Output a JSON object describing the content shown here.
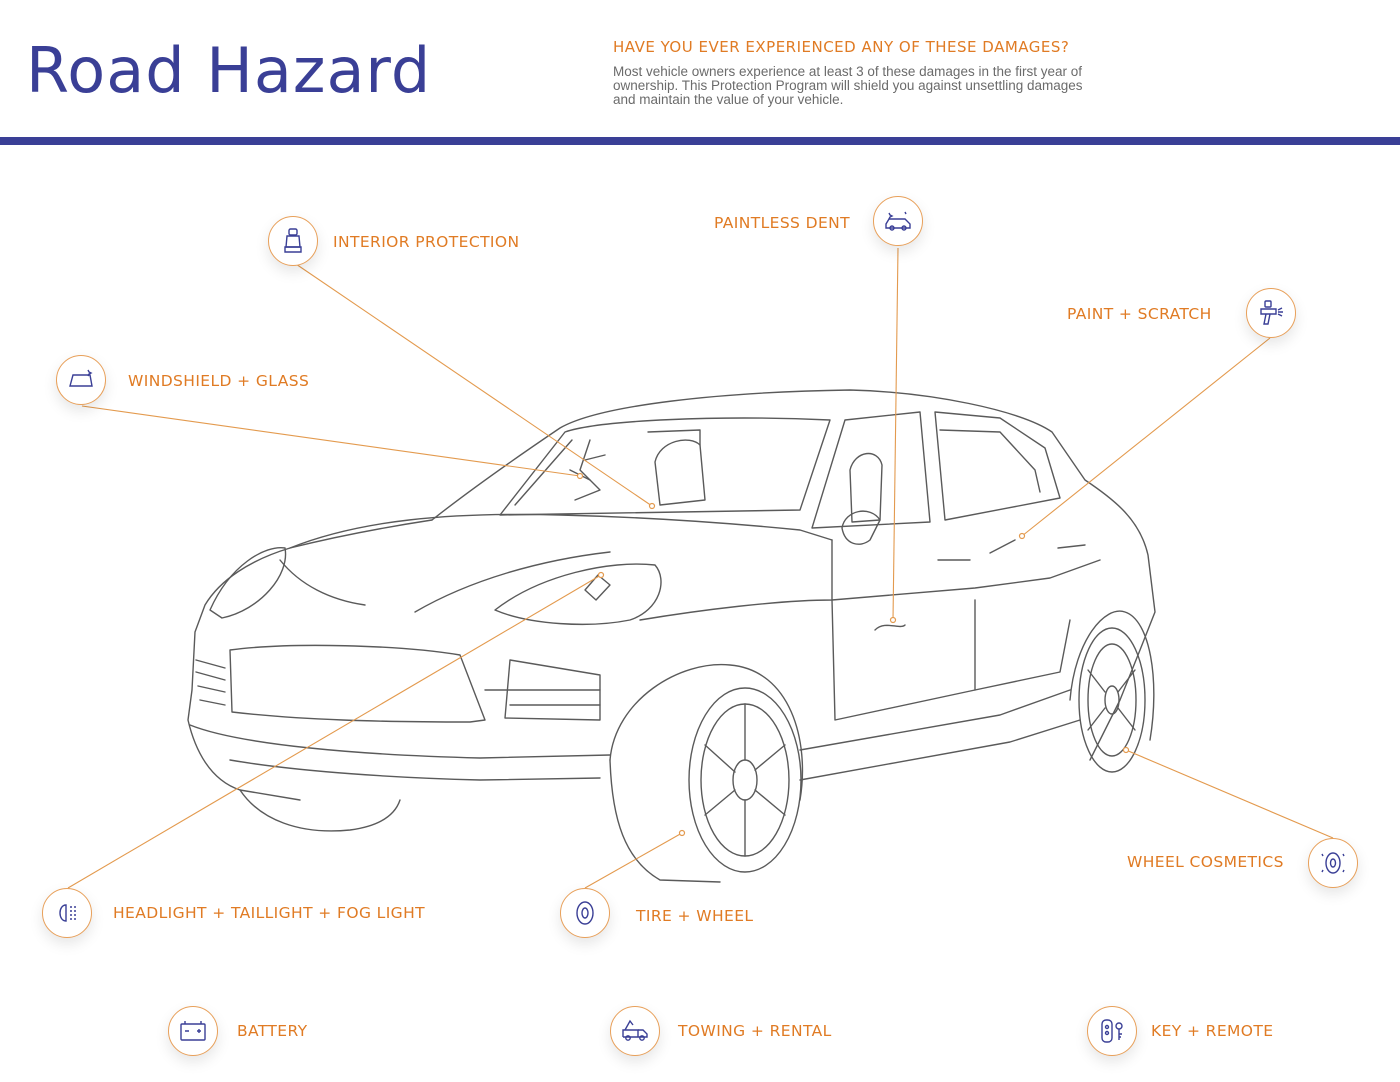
{
  "header": {
    "title": "Road Hazard",
    "question": "HAVE YOU EVER EXPERIENCED ANY OF THESE DAMAGES?",
    "description": "Most vehicle owners experience at least 3 of these damages in the first year of ownership. This Protection Program will shield you against unsettling damages and maintain the value of your vehicle."
  },
  "colors": {
    "primary": "#3a3f96",
    "accent": "#e07b24",
    "line": "#5a5a5a",
    "leader": "#e39a4e"
  },
  "items": {
    "interior": {
      "label": "INTERIOR PROTECTION",
      "icon": "car-seat-icon"
    },
    "paintless": {
      "label": "PAINTLESS DENT",
      "icon": "car-dent-icon"
    },
    "paint": {
      "label": "PAINT + SCRATCH",
      "icon": "spray-gun-icon"
    },
    "windshield": {
      "label": "WINDSHIELD + GLASS",
      "icon": "windshield-icon"
    },
    "headlight": {
      "label": "HEADLIGHT + TAILLIGHT + FOG LIGHT",
      "icon": "headlight-icon"
    },
    "tire": {
      "label": "TIRE + WHEEL",
      "icon": "tire-icon"
    },
    "wheel": {
      "label": "WHEEL COSMETICS",
      "icon": "wheel-sparkle-icon"
    },
    "battery": {
      "label": "BATTERY",
      "icon": "battery-icon"
    },
    "towing": {
      "label": "TOWING + RENTAL",
      "icon": "tow-truck-icon"
    },
    "key": {
      "label": "KEY + REMOTE",
      "icon": "car-key-icon"
    }
  }
}
